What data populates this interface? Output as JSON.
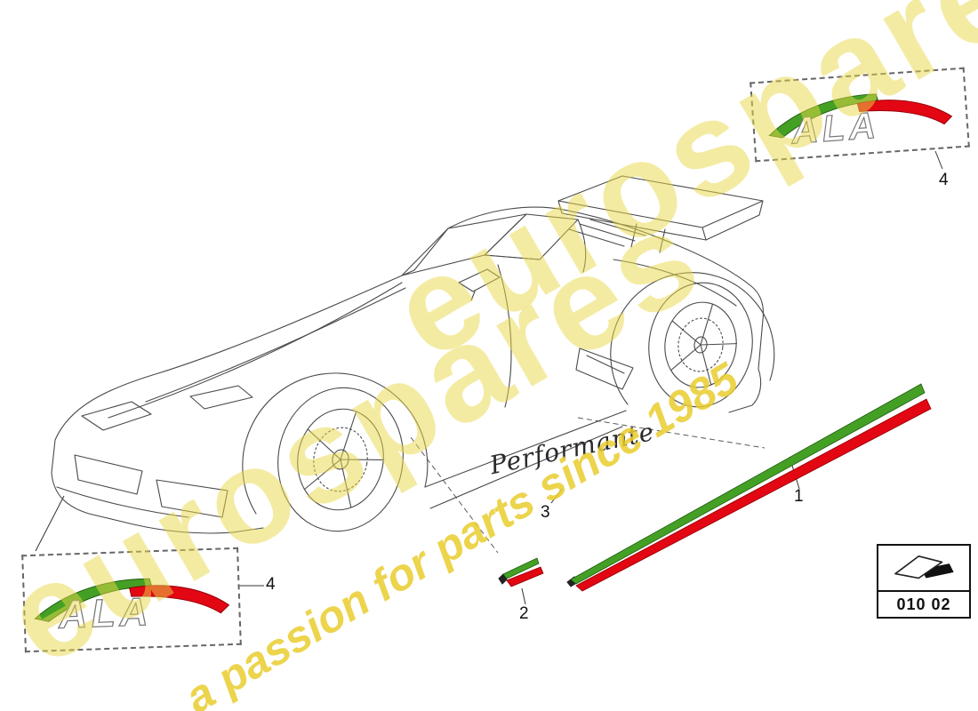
{
  "labels": {
    "part1": "1",
    "part2": "2",
    "part3": "3",
    "part4_top": "4",
    "part4_bottom": "4"
  },
  "decals": {
    "performante_script": "Performante",
    "ala_badge_text": "ALA"
  },
  "code_box": {
    "code": "010 02"
  },
  "watermark": {
    "brand": "eurospares",
    "brand_partial": "eurospares",
    "tagline": "a passion for parts since 1985"
  },
  "colors": {
    "stripe_green": "#44a024",
    "stripe_red": "#e30613",
    "line_gray": "#4a4a4a",
    "watermark_yellow": "#e9d848"
  }
}
